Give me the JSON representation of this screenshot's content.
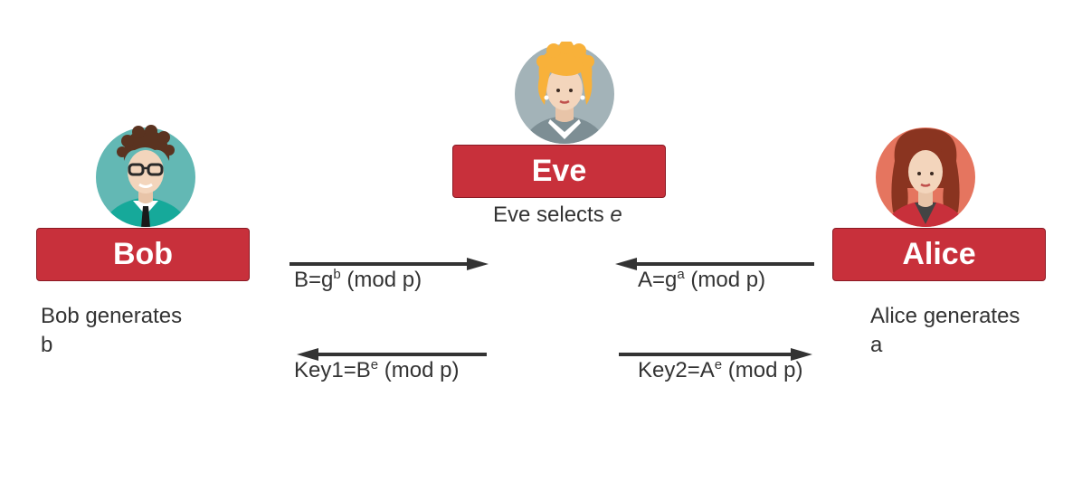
{
  "colors": {
    "box": "#c8303b",
    "box_border": "#8a1a24",
    "arrow": "#333333",
    "text": "#333333"
  },
  "eve": {
    "name": "Eve",
    "caption_prefix": "Eve selects ",
    "caption_var": "e",
    "avatar_icon": "eve-avatar-icon"
  },
  "bob": {
    "name": "Bob",
    "caption_line1": "Bob generates",
    "caption_line2": "b",
    "avatar_icon": "bob-avatar-icon"
  },
  "alice": {
    "name": "Alice",
    "caption_line1": "Alice generates",
    "caption_line2": "a",
    "avatar_icon": "alice-avatar-icon"
  },
  "messages": {
    "bob_to_eve": {
      "base": "B=g",
      "exp": "b",
      "tail": " (mod p)"
    },
    "alice_to_eve": {
      "base": "A=g",
      "exp": "a",
      "tail": " (mod p)"
    },
    "key1": {
      "base": "Key1=B",
      "exp": "e",
      "tail": " (mod p)"
    },
    "key2": {
      "base": "Key2=A",
      "exp": "e",
      "tail": " (mod p)"
    }
  }
}
